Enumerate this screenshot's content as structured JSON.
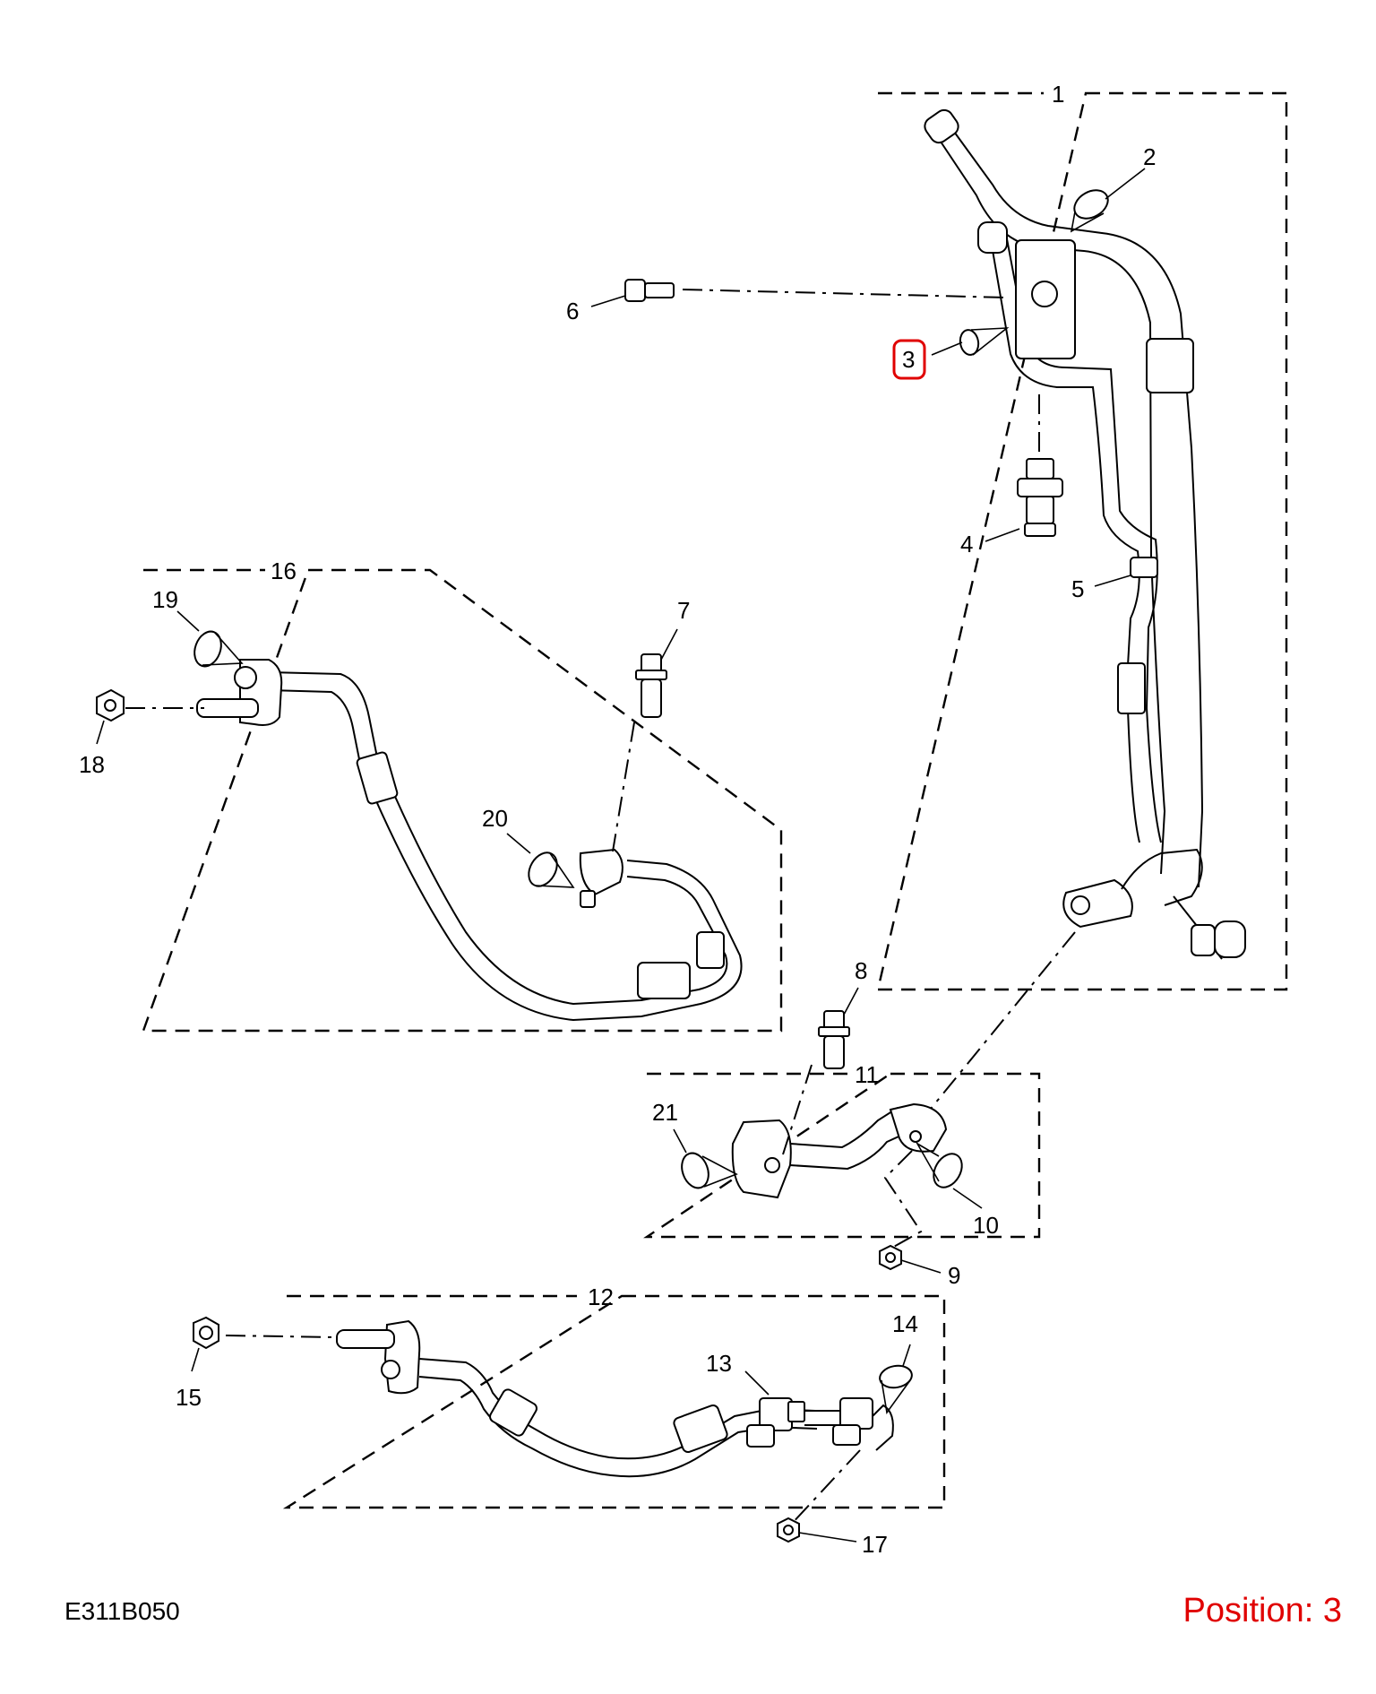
{
  "diagram": {
    "code": "E311B050",
    "position_text": "Position: 3",
    "highlight_color": "#e00000",
    "highlighted_callout": "3",
    "callouts": [
      "1",
      "2",
      "3",
      "4",
      "5",
      "6",
      "7",
      "8",
      "9",
      "10",
      "11",
      "12",
      "13",
      "14",
      "15",
      "16",
      "17",
      "18",
      "19",
      "20",
      "21"
    ]
  }
}
